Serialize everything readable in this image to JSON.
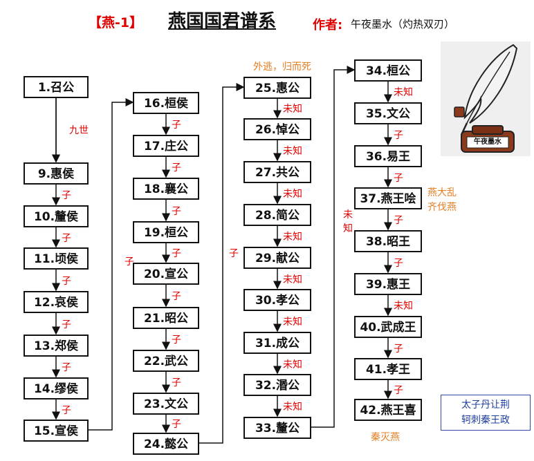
{
  "header": {
    "tag": "【燕-1】",
    "title": "燕国国君谱系",
    "author_label": "作者:",
    "author_name": "午夜墨水（灼热双刃）"
  },
  "logo": {
    "text": "午夜墨水"
  },
  "col1": [
    "1.召公",
    "9.惠侯",
    "10.釐侯",
    "11.顷侯",
    "12.哀侯",
    "13.郑侯",
    "14.缪侯",
    "15.宣侯"
  ],
  "col2": [
    "16.桓侯",
    "17.庄公",
    "18.襄公",
    "19.桓公",
    "20.宣公",
    "21.昭公",
    "22.武公",
    "23.文公",
    "24.懿公"
  ],
  "col3": [
    "25.惠公",
    "26.悼公",
    "27.共公",
    "28.简公",
    "29.献公",
    "30.孝公",
    "31.成公",
    "32.湣公",
    "33.釐公"
  ],
  "col4": [
    "34.桓公",
    "35.文公",
    "36.易王",
    "37.燕王哙",
    "38.昭王",
    "39.惠王",
    "40.武成王",
    "41.孝王",
    "42.燕王喜"
  ],
  "rels": {
    "nine_gen": "九世",
    "son": "子",
    "unknown": "未知",
    "unknown_v1": "未",
    "unknown_v2": "知"
  },
  "notes": {
    "exile": "外逃，归而死",
    "chaos1": "燕大乱",
    "chaos2": "齐伐燕",
    "destroyed": "秦灭燕"
  },
  "tip": {
    "line1": "太子丹让荆",
    "line2": "轲刺秦王政"
  },
  "colors": {
    "relation": "#e00000",
    "note": "#e67e22",
    "tip": "#1f3fa0",
    "box_border": "#111111"
  }
}
